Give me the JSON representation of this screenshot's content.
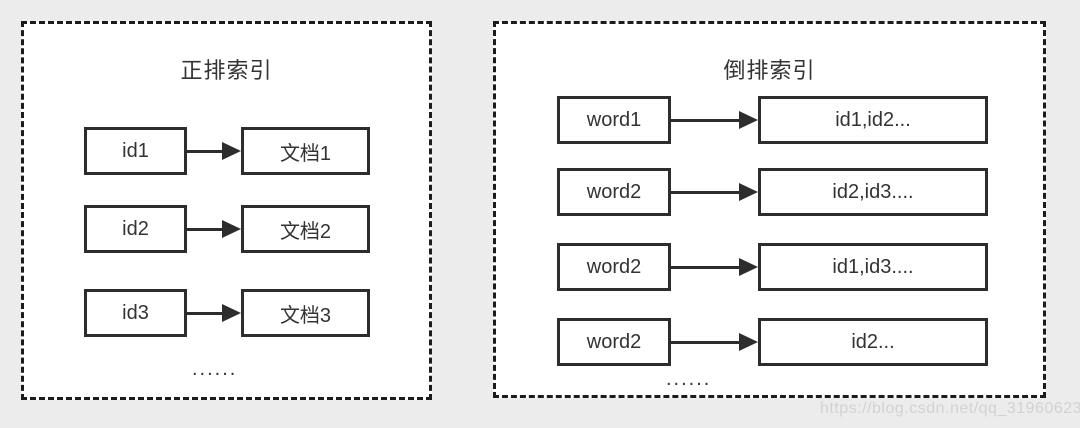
{
  "colors": {
    "page_background": "#ececec",
    "panel_background": "#ffffff",
    "dashed_border": "#1c1c1c",
    "box_border": "#2d2d2d",
    "text": "#333333",
    "watermark": "#d2d2d2"
  },
  "panels": [
    {
      "title": "正排索引",
      "rows": [
        {
          "key": "id1",
          "value": "文档1"
        },
        {
          "key": "id2",
          "value": "文档2"
        },
        {
          "key": "id3",
          "value": "文档3"
        }
      ],
      "ellipsis": "......"
    },
    {
      "title": "倒排索引",
      "rows": [
        {
          "key": "word1",
          "value": "id1,id2..."
        },
        {
          "key": "word2",
          "value": "id2,id3...."
        },
        {
          "key": "word2",
          "value": "id1,id3...."
        },
        {
          "key": "word2",
          "value": "id2..."
        }
      ],
      "ellipsis": "......"
    }
  ],
  "watermark": "https://blog.csdn.net/qq_31960623"
}
